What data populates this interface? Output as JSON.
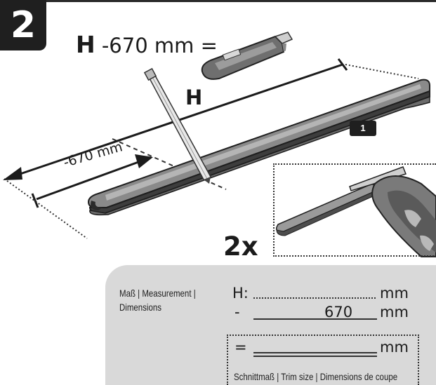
{
  "step_number": "2",
  "formula": {
    "h": "H",
    "text": "-670 mm ="
  },
  "diagram": {
    "h_label": "H",
    "offset_label": "-670 mm",
    "tag": "1",
    "quantity": "2x"
  },
  "panel": {
    "measure_label": [
      "Maß | Measurement |",
      "Dimensions"
    ],
    "h_label": "H:",
    "unit": "mm",
    "minus": "-",
    "value_670": "670",
    "equals": "=",
    "trim_caption": "Schnittmaß | Trim size | Dimensions de coupe"
  },
  "icons": [
    "cutter-knife-icon",
    "pencil-icon",
    "calculator-icon"
  ]
}
